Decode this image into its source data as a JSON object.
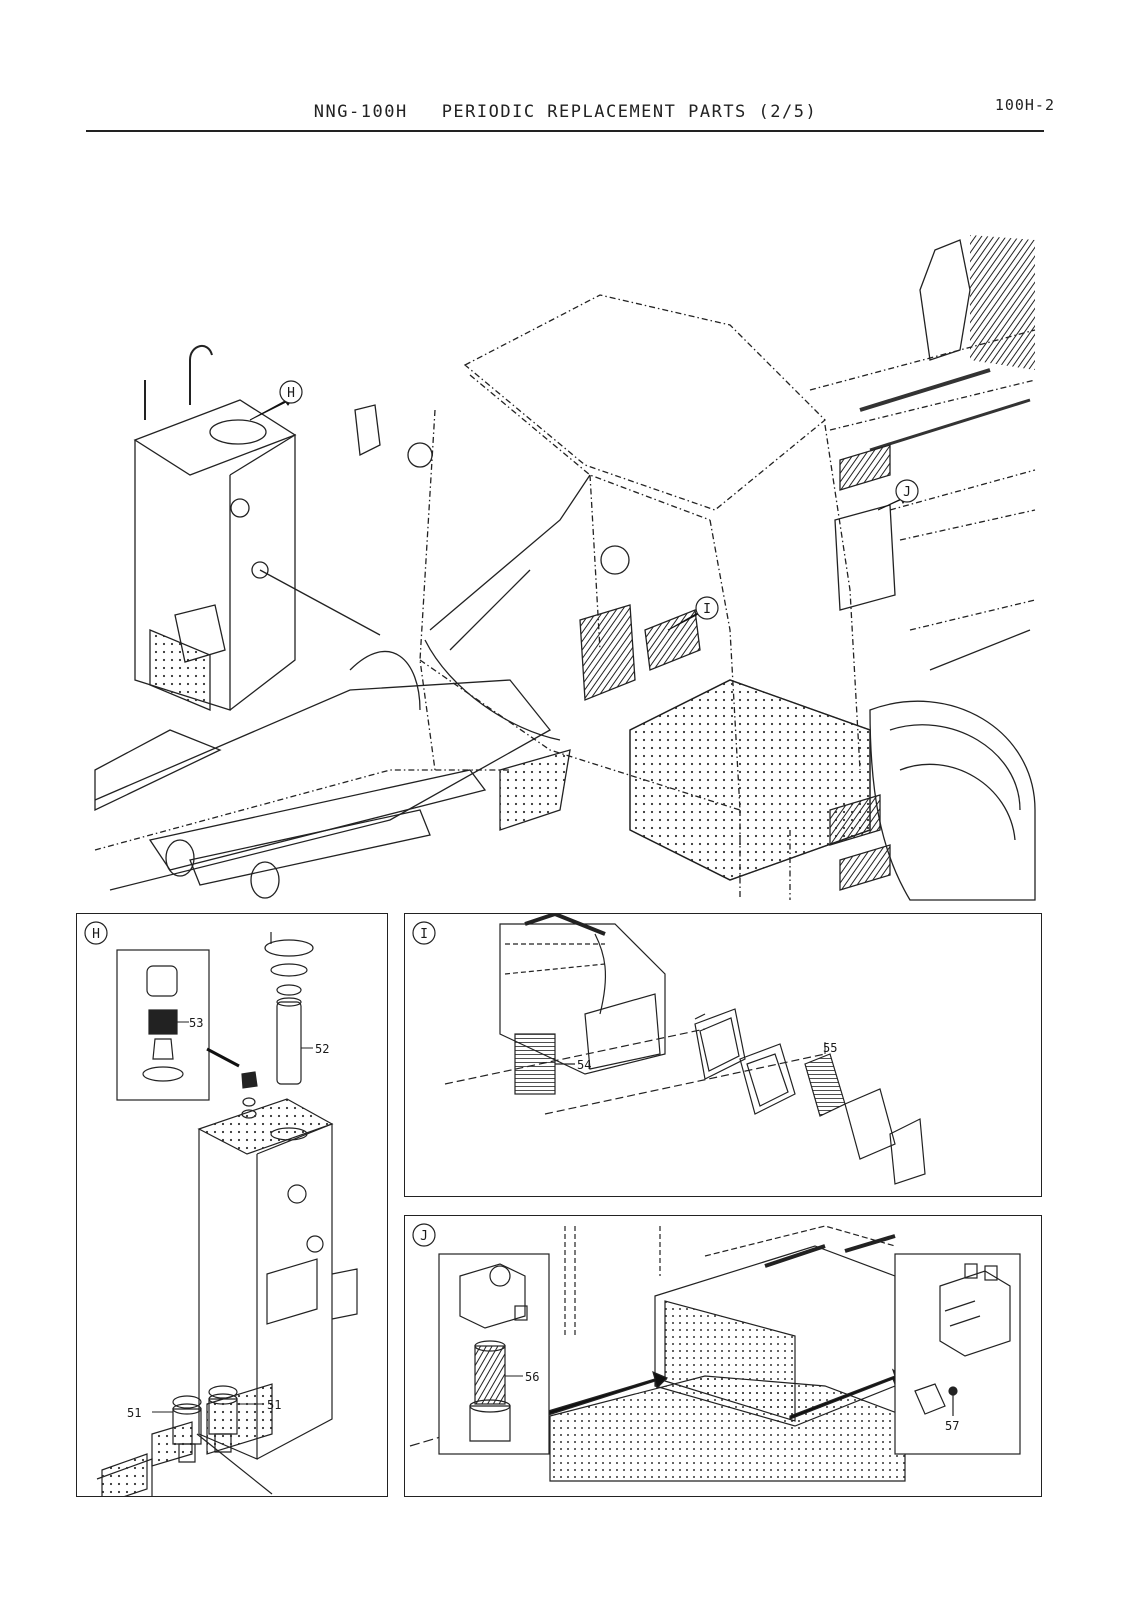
{
  "header": {
    "model": "NNG-100H",
    "title": "PERIODIC REPLACEMENT PARTS (2/5)",
    "page_id": "100H-2"
  },
  "main_view": {
    "callouts": [
      "H",
      "I",
      "J"
    ]
  },
  "detail_h": {
    "label": "H",
    "parts": [
      "53",
      "52",
      "51",
      "51"
    ]
  },
  "detail_i": {
    "label": "I",
    "parts": [
      "54",
      "55"
    ]
  },
  "detail_j": {
    "label": "J",
    "parts": [
      "56",
      "57"
    ]
  }
}
